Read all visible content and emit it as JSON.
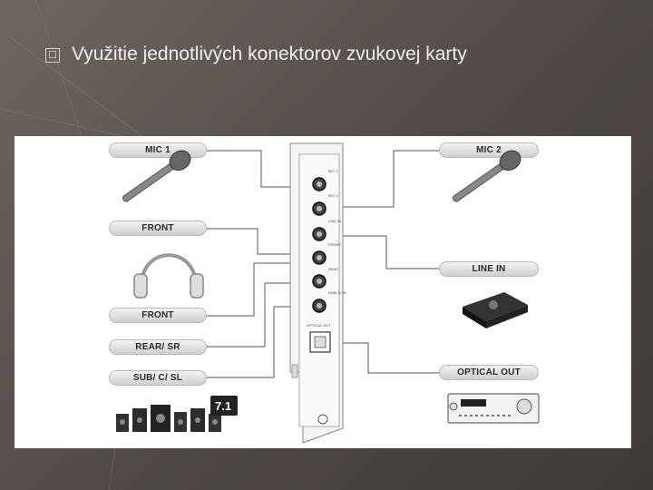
{
  "slide": {
    "bullet_glyph": "☐",
    "title": "Využitie jednotlivých konektorov  zvukovej karty"
  },
  "diagram": {
    "left_labels": [
      "MIC 1",
      "FRONT",
      "FRONT",
      "REAR/ SR",
      "SUB/ C/ SL"
    ],
    "right_labels": [
      "MIC 2",
      "LINE IN",
      "OPTICAL OUT"
    ],
    "card_labels": [
      "MIC 1",
      "MIC 2",
      "LINE IN",
      "FRONT",
      "REAR",
      "SUB/ C/ SL",
      "OPTICAL OUT"
    ],
    "speaker_badge_main": "7.1",
    "icons": [
      "microphone-icon",
      "headphones-icon",
      "speaker-system-icon",
      "line-in-device-icon",
      "av-receiver-icon"
    ]
  }
}
